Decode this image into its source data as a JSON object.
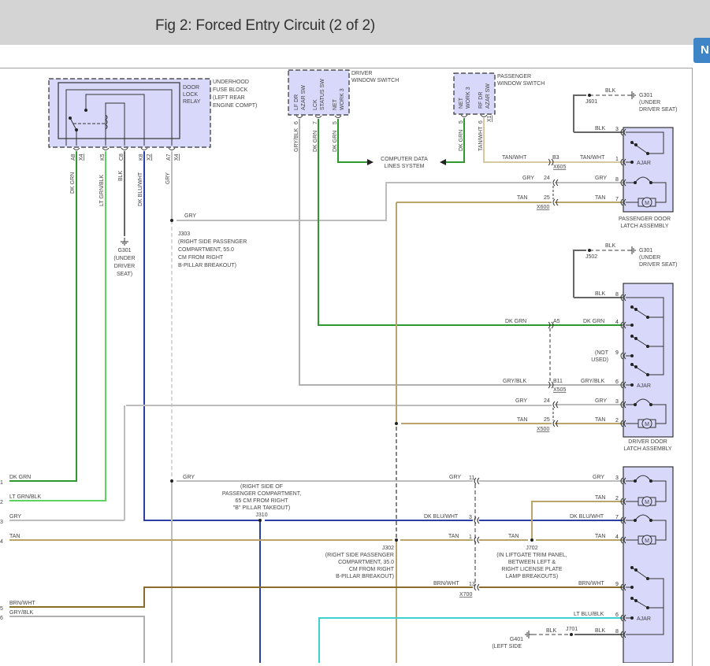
{
  "header": {
    "title": "Fig 2: Forced Entry Circuit (2 of 2)",
    "next_button_label": "N"
  },
  "colors": {
    "dk_grn": "#2e9a2e",
    "lt_grn_blk": "#5fd35f",
    "gry": "#bdbdbd",
    "tan": "#b9a46b",
    "dk_blu_wht": "#2b3fa6",
    "brn_wht": "#8a6d2b",
    "gry_blk": "#b0b0b0",
    "blk": "#666666",
    "lt_blu_blk": "#3fd0d0",
    "tan_wht": "#d8c8a0",
    "component_fill": "#d8d8fa",
    "header_bg": "#d4d4d4",
    "accent": "#3d85c6"
  },
  "components": {
    "fuse_block": {
      "label_lines": [
        "UNDERHOOD",
        "FUSE BLOCK",
        "(LEFT REAR",
        "ENGINE COMPT)"
      ],
      "relay_label": [
        "DOOR",
        "LOCK",
        "RELAY"
      ],
      "pins": [
        {
          "pin": "A8",
          "conn": "X4",
          "wire": "DK GRN"
        },
        {
          "pin": "K5",
          "conn": "",
          "wire": "LT GRN/BLK"
        },
        {
          "pin": "C8",
          "conn": "",
          "wire": "BLK"
        },
        {
          "pin": "K8",
          "conn": "X2",
          "wire": "DK BLU/WHT"
        },
        {
          "pin": "A7",
          "conn": "X4",
          "wire": "GRY"
        }
      ]
    },
    "driver_window_switch": {
      "label_lines": [
        "DRIVER",
        "WINDOW SWITCH"
      ],
      "pins": [
        {
          "pin": "6",
          "name": [
            "LF DR",
            "AZAR SW"
          ],
          "wire": "GRY/BLK"
        },
        {
          "pin": "7",
          "name": [
            "LCK",
            "STATUS SW"
          ],
          "wire": "DK GRN"
        },
        {
          "pin": "5",
          "name": [
            "NET",
            "WORK 3"
          ],
          "wire": "DK GRN"
        }
      ]
    },
    "passenger_window_switch": {
      "label_lines": [
        "PASSENGER",
        "WINDOW SWITCH"
      ],
      "pins": [
        {
          "pin": "5",
          "name": [
            "NET",
            "WORK 3"
          ],
          "wire": "DK GRN"
        },
        {
          "pin": "6",
          "name": [
            "RF DR",
            "AZAR SW"
          ],
          "wire": "TAN/WHT",
          "conn": "X1"
        }
      ]
    },
    "computer_data_lines": [
      "COMPUTER DATA",
      "LINES SYSTEM"
    ],
    "passenger_door_latch": {
      "label_lines": [
        "PASSENGER DOOR",
        "LATCH ASSEMBLY"
      ],
      "pins": [
        {
          "pin": "3",
          "wire": "BLK"
        },
        {
          "pin": "1",
          "wire": "TAN/WHT",
          "function": "AJAR"
        },
        {
          "pin": "8",
          "wire": "GRY"
        },
        {
          "pin": "7",
          "wire": "TAN"
        }
      ]
    },
    "driver_door_latch": {
      "label_lines": [
        "DRIVER DOOR",
        "LATCH ASSEMBLY"
      ],
      "pins": [
        {
          "pin": "8",
          "wire": "BLK"
        },
        {
          "pin": "4",
          "wire": "DK GRN"
        },
        {
          "pin": "9",
          "wire": "",
          "note": [
            "(NOT",
            "USED)"
          ]
        },
        {
          "pin": "6",
          "wire": "GRY/BLK",
          "function": "AJAR"
        },
        {
          "pin": "3",
          "wire": "GRY"
        },
        {
          "pin": "2",
          "wire": "TAN"
        }
      ]
    },
    "liftgate_latch": {
      "pins": [
        {
          "pin": "3",
          "wire": "GRY"
        },
        {
          "pin": "2",
          "wire": "TAN"
        },
        {
          "pin": "7",
          "wire": "DK BLU/WHT"
        },
        {
          "pin": "4",
          "wire": "TAN"
        },
        {
          "pin": "9",
          "wire": "BRN/WHT"
        },
        {
          "pin": "6",
          "wire": "LT BLU/BLK",
          "function": "AJAR"
        },
        {
          "pin": "8",
          "wire": "BLK"
        }
      ]
    }
  },
  "grounds": {
    "g301_fuse": [
      "G301",
      "(UNDER",
      "DRIVER",
      "SEAT)"
    ],
    "g301_pass": [
      "G301",
      "(UNDER",
      "DRIVER SEAT)"
    ],
    "g301_drv": [
      "G301",
      "(UNDER",
      "DRIVER SEAT)"
    ],
    "g401": [
      "G401",
      "(LEFT SIDE"
    ]
  },
  "splices": {
    "j601": "J601",
    "j502": "J502",
    "j303": [
      "J303",
      "(RIGHT SIDE PASSENGER",
      "COMPARTMENT, 55.0",
      "CM FROM RIGHT",
      "B-PILLAR BREAKOUT)"
    ],
    "j310": [
      "(RIGHT SIDE OF",
      "PASSENGER COMPARTMENT,",
      "65 CM FROM RIGHT",
      "\"B\" PILLAR TAKEOUT)",
      "J310"
    ],
    "j302": [
      "J302",
      "(RIGHT SIDE PASSENGER",
      "COMPARTMENT, 35.0",
      "CM FROM RIGHT",
      "B-PILLAR BREAKOUT)"
    ],
    "j702": [
      "J702",
      "(IN LIFTGATE TRIM PANEL,",
      "BETWEEN LEFT &",
      "RIGHT LICENSE PLATE",
      "LAMP BREAKOUTS)"
    ],
    "j701": "J701"
  },
  "connectors": {
    "x605": {
      "name": "X605",
      "pin": "B3"
    },
    "x600": {
      "name": "X600",
      "pins": [
        "24",
        "25"
      ]
    },
    "x505": {
      "name": "X505",
      "pins": [
        "A5",
        "B11"
      ]
    },
    "x500": {
      "name": "X500",
      "pins": [
        "24",
        "25"
      ]
    },
    "x700": {
      "name": "X700",
      "pins": [
        "11",
        "3",
        "1",
        "13"
      ]
    }
  },
  "left_offpage": [
    {
      "num": "1",
      "wire": "DK GRN"
    },
    {
      "num": "2",
      "wire": "LT GRN/BLK"
    },
    {
      "num": "3",
      "wire": "GRY"
    },
    {
      "num": "4",
      "wire": "TAN"
    },
    {
      "num": "5",
      "wire": "BRN/WHT"
    },
    {
      "num": "6",
      "wire": "GRY/BLK"
    }
  ],
  "wire_labels": {
    "gry": "GRY",
    "tan": "TAN",
    "blk": "BLK",
    "dk_grn": "DK GRN",
    "gry_blk": "GRY/BLK",
    "tan_wht": "TAN/WHT",
    "dk_blu_wht": "DK BLU/WHT",
    "brn_wht": "BRN/WHT",
    "lt_blu_blk": "LT BLU/BLK",
    "lt_grn_blk": "LT GRN/BLK",
    "ajar": "AJAR"
  }
}
